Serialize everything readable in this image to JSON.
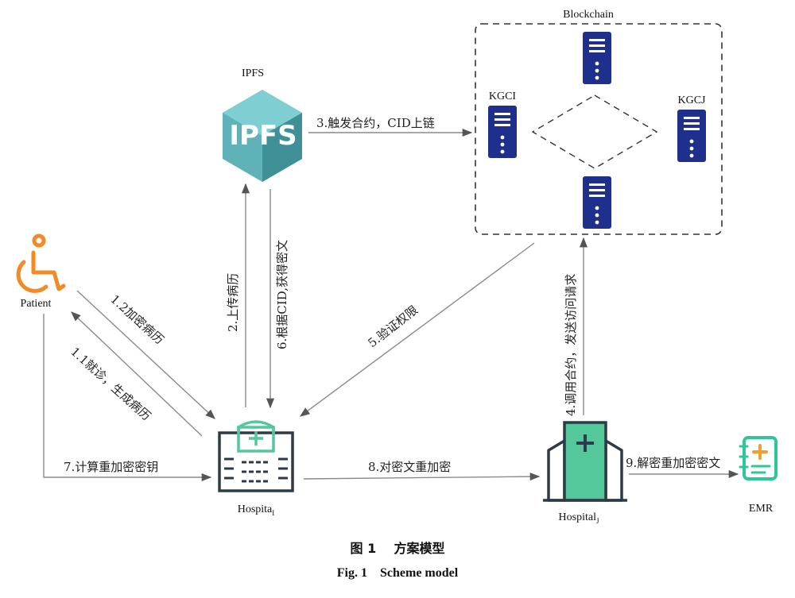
{
  "nodes": {
    "patient": "Patient",
    "ipfs_title": "IPFS",
    "ipfs_logo_text": "IPFS",
    "blockchain": "Blockchain",
    "kgci": "KGCI",
    "kgcj": "KGCJ",
    "hospital_i": "Hospita",
    "hospital_i_sub": "I",
    "hospital_j": "Hospital",
    "hospital_j_sub": "J",
    "emr": "EMR"
  },
  "edges": {
    "e1_1": "1.1就诊，生成病历",
    "e1_2": "1.2加密病历",
    "e2": "2.上传病历",
    "e3": "3.触发合约，CID上链",
    "e4": "4.调用合约，发送访问请求",
    "e5": "5.验证权限",
    "e6": "6.根据CID,获得密文",
    "e7": "7.计算重加密密钥",
    "e8": "8.对密文重加密",
    "e9": "9.解密重加密密文"
  },
  "caption": {
    "cn": "图 1    方案模型",
    "en": "Fig. 1    Scheme model"
  },
  "colors": {
    "patient_orange": "#f28a25",
    "ipfs_teal": "#5fb3b8",
    "server_navy": "#1f2f8c",
    "hospital_green": "#54c79b",
    "hospital_dark": "#2d3a48",
    "emr_green": "#2ec79a",
    "emr_orange": "#f0a030"
  }
}
